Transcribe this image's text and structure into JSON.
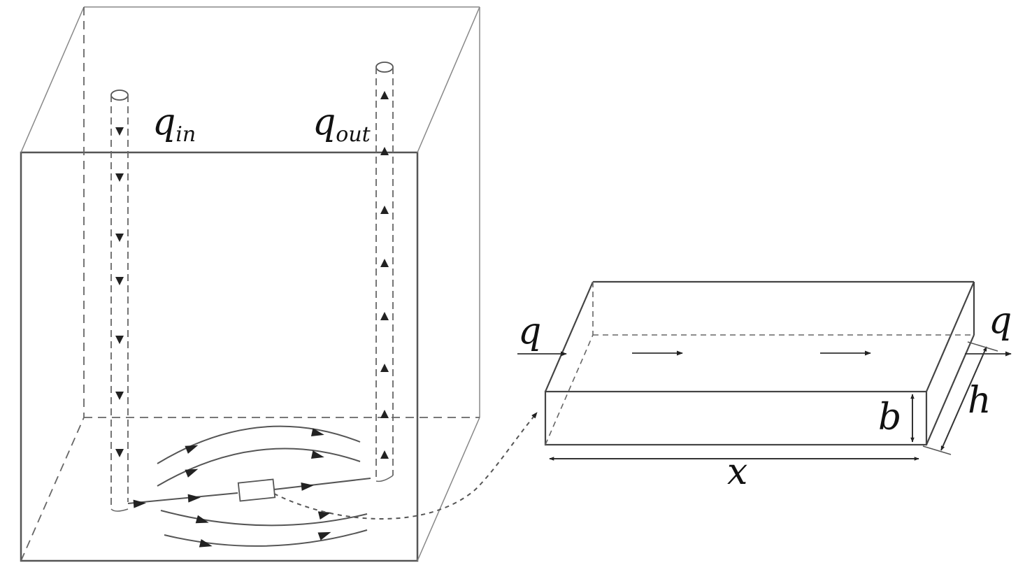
{
  "labels": {
    "q_in_main": "q",
    "q_in_sub": "in",
    "q_out_main": "q",
    "q_out_sub": "out",
    "q_left": "q",
    "q_right": "q",
    "b": "b",
    "h": "h",
    "x": "x"
  },
  "colors": {
    "line": "#555555",
    "thin": "#888888",
    "arrow": "#222222"
  }
}
